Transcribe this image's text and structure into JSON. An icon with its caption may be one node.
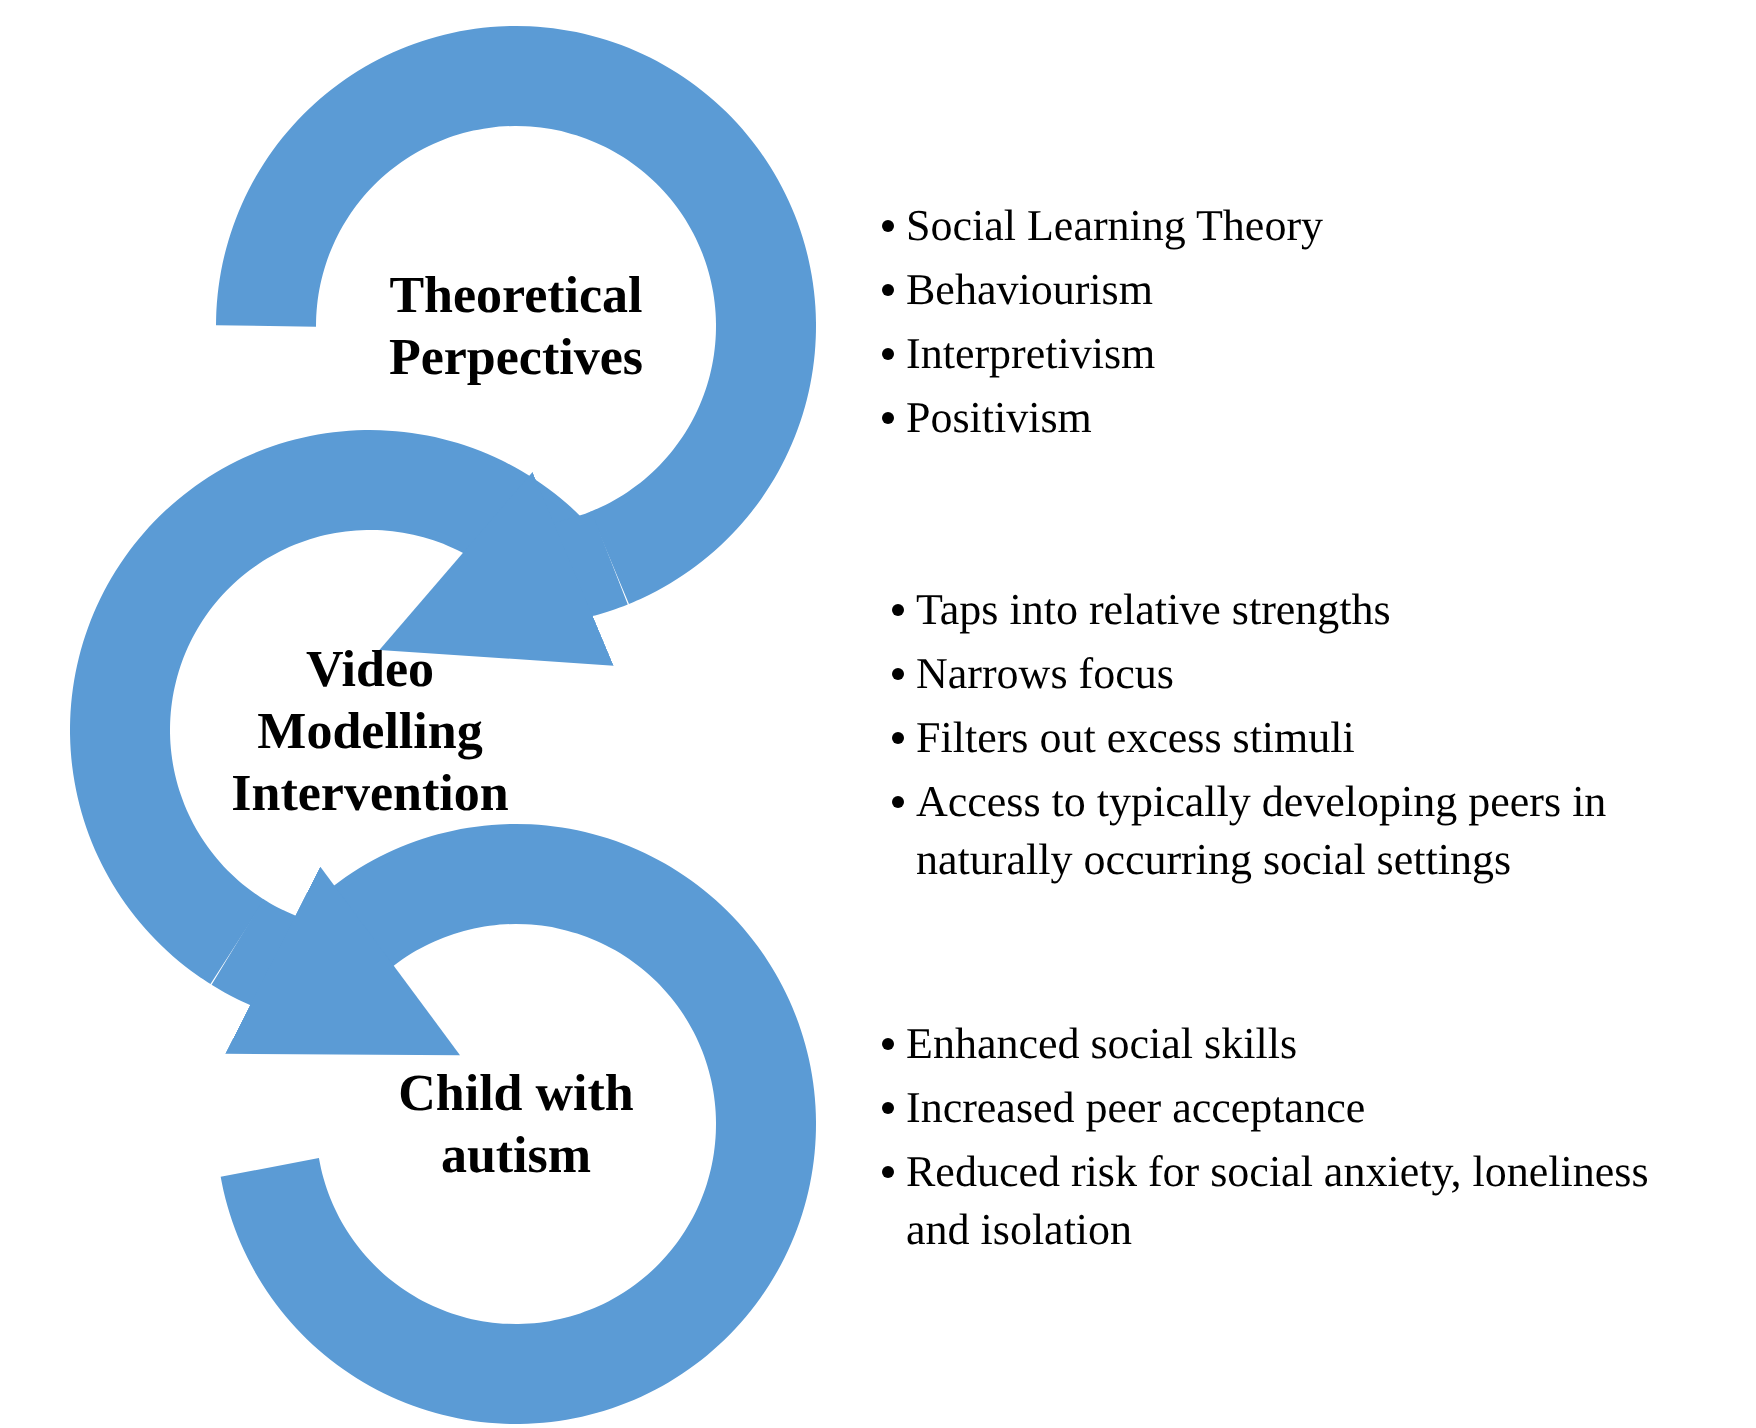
{
  "diagram": {
    "nodes": [
      {
        "text": [
          "Theoretical Perpectives"
        ],
        "beside": [
          "Social Learning Theory",
          "Behaviourism",
          "Interpretivism",
          "Positivism"
        ]
      },
      {
        "text": [
          "Video Modelling Intervention"
        ],
        "beside": [
          "Taps into relative strengths",
          "Narrows focus",
          "Filters out excess stimuli",
          "Access to typically developing peers in naturally occurring social settings"
        ]
      },
      {
        "text": [
          "Child with autism"
        ],
        "beside": [
          "Enhanced social skills",
          "Increased peer acceptance",
          "Reduced risk for social anxiety, loneliness and isolation"
        ]
      }
    ],
    "edges": [
      {
        "from": 0,
        "to": 1,
        "arrow": "to"
      },
      {
        "from": 1,
        "to": 2,
        "arrow": "to"
      }
    ]
  }
}
